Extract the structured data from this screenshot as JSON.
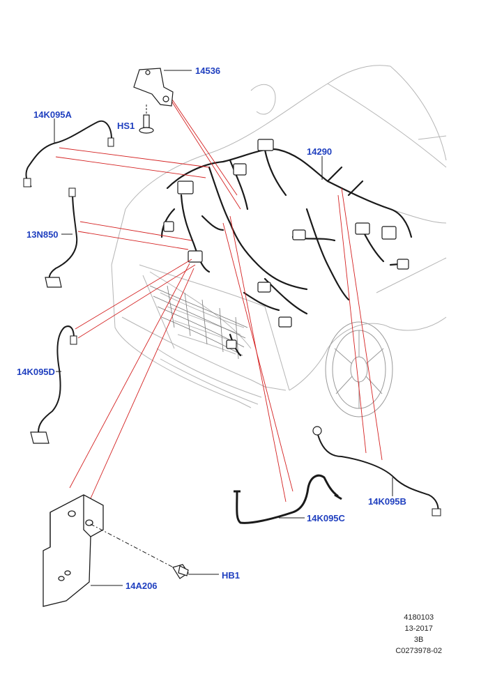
{
  "callouts": {
    "c14536": "14536",
    "c14K095A": "14K095A",
    "cHS1": "HS1",
    "c14290": "14290",
    "c13N850": "13N850",
    "c14K095D": "14K095D",
    "c14K095B": "14K095B",
    "c14K095C": "14K095C",
    "c14A206": "14A206",
    "cHB1": "HB1"
  },
  "reference": {
    "line1": "4180103",
    "line2": "13-2017",
    "line3": "3B",
    "line4": "C0273978-02"
  },
  "colors": {
    "callout_text": "#1f3fbf",
    "leader_red": "#d42020",
    "linework": "#222222",
    "vehicle_outline": "#b0b0b0"
  }
}
